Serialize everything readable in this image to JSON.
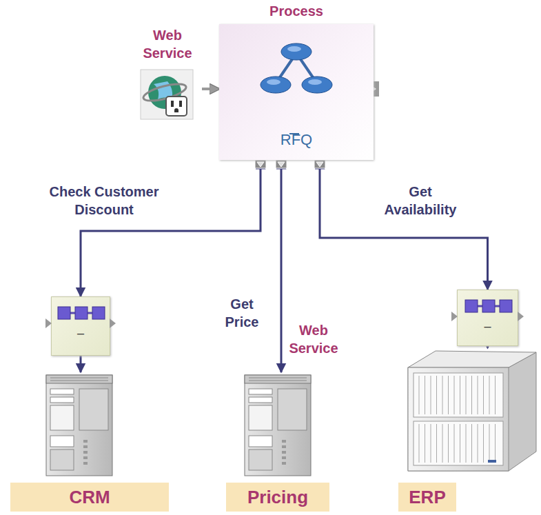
{
  "diagram": {
    "nodes": [
      {
        "text": [
          "Process",
          "RFQ"
        ]
      },
      {
        "text": [
          "Web Service"
        ]
      },
      {
        "text": [
          "–"
        ]
      },
      {
        "text": [
          "CRM"
        ]
      },
      {
        "text": [
          "Pricing"
        ]
      },
      {
        "text": [
          "–"
        ]
      },
      {
        "text": [
          "ERP"
        ]
      }
    ],
    "edges": [
      {
        "from": 1,
        "to": 0,
        "arrow": "to"
      },
      {
        "from": 0,
        "to": 2,
        "label": "Check Customer Discount",
        "arrow": "both"
      },
      {
        "from": 2,
        "to": 3,
        "arrow": "to"
      },
      {
        "from": 0,
        "to": 4,
        "label": "Get Price",
        "arrow": "both"
      },
      {
        "from": 0,
        "to": 5,
        "label": "Get Availability",
        "arrow": "both"
      },
      {
        "from": 5,
        "to": 6,
        "arrow": "to"
      }
    ],
    "labels": [
      "Web Service"
    ]
  }
}
